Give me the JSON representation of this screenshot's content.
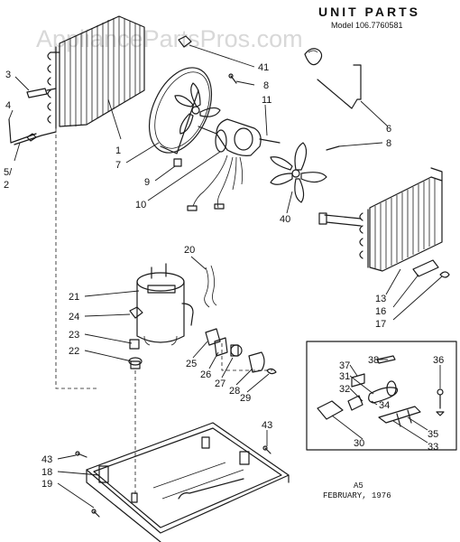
{
  "header": {
    "title": "UNIT PARTS",
    "model": "Model 106.7760581",
    "watermark": "AppliancePartsPros.com"
  },
  "footer": {
    "code": "A5",
    "date": "FEBRUARY, 1976"
  },
  "callouts": [
    {
      "id": "c3",
      "label": "3"
    },
    {
      "id": "c4",
      "label": "4"
    },
    {
      "id": "c5",
      "label": "5/"
    },
    {
      "id": "c2",
      "label": "2"
    },
    {
      "id": "c1",
      "label": "1"
    },
    {
      "id": "c7",
      "label": "7"
    },
    {
      "id": "c9",
      "label": "9"
    },
    {
      "id": "c10",
      "label": "10"
    },
    {
      "id": "c41",
      "label": "41"
    },
    {
      "id": "c8a",
      "label": "8"
    },
    {
      "id": "c11",
      "label": "11"
    },
    {
      "id": "c6",
      "label": "6"
    },
    {
      "id": "c8b",
      "label": "8"
    },
    {
      "id": "c40",
      "label": "40"
    },
    {
      "id": "c13",
      "label": "13"
    },
    {
      "id": "c16",
      "label": "16"
    },
    {
      "id": "c17",
      "label": "17"
    },
    {
      "id": "c20",
      "label": "20"
    },
    {
      "id": "c21",
      "label": "21"
    },
    {
      "id": "c24",
      "label": "24"
    },
    {
      "id": "c23",
      "label": "23"
    },
    {
      "id": "c22",
      "label": "22"
    },
    {
      "id": "c25",
      "label": "25"
    },
    {
      "id": "c26",
      "label": "26"
    },
    {
      "id": "c27",
      "label": "27"
    },
    {
      "id": "c28",
      "label": "28"
    },
    {
      "id": "c29",
      "label": "29"
    },
    {
      "id": "c38",
      "label": "38"
    },
    {
      "id": "c36",
      "label": "36"
    },
    {
      "id": "c37",
      "label": "37"
    },
    {
      "id": "c31",
      "label": "31"
    },
    {
      "id": "c32",
      "label": "32"
    },
    {
      "id": "c34",
      "label": "34"
    },
    {
      "id": "c30",
      "label": "30"
    },
    {
      "id": "c35",
      "label": "35"
    },
    {
      "id": "c33",
      "label": "33"
    },
    {
      "id": "c43a",
      "label": "43"
    },
    {
      "id": "c43b",
      "label": "43"
    },
    {
      "id": "c18",
      "label": "18"
    },
    {
      "id": "c19",
      "label": "19"
    }
  ]
}
